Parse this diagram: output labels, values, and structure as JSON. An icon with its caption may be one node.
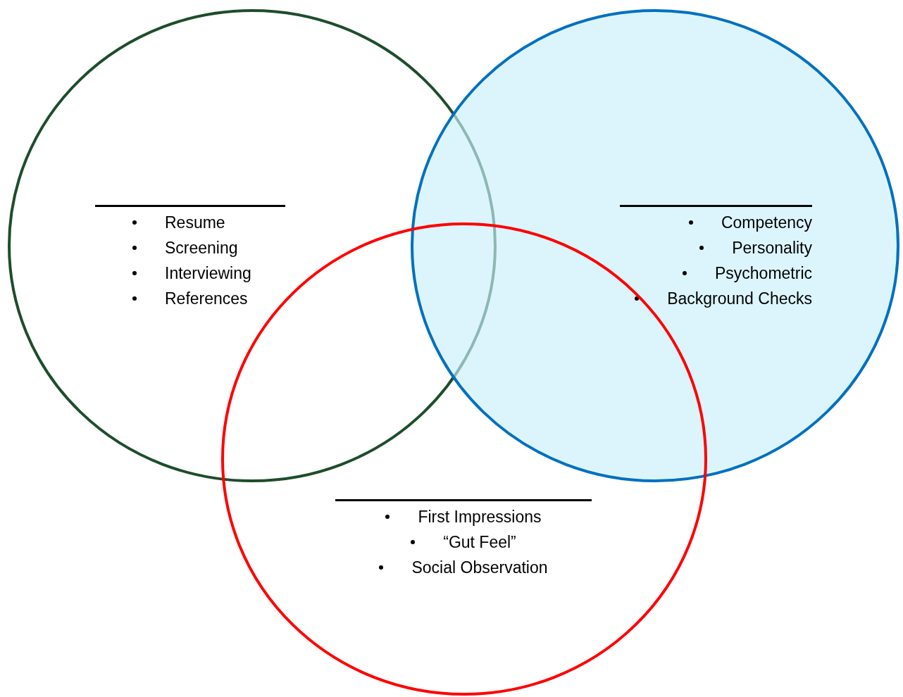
{
  "diagram": {
    "nodes": [
      {
        "text": [
          "Resume",
          "Screening",
          "Interviewing",
          "References"
        ]
      },
      {
        "text": [
          "Competency",
          "Personality",
          "Psychometric",
          "Background Checks"
        ]
      },
      {
        "text": [
          "First Impressions",
          "“Gut Feel”",
          "Social Observation"
        ]
      }
    ]
  }
}
